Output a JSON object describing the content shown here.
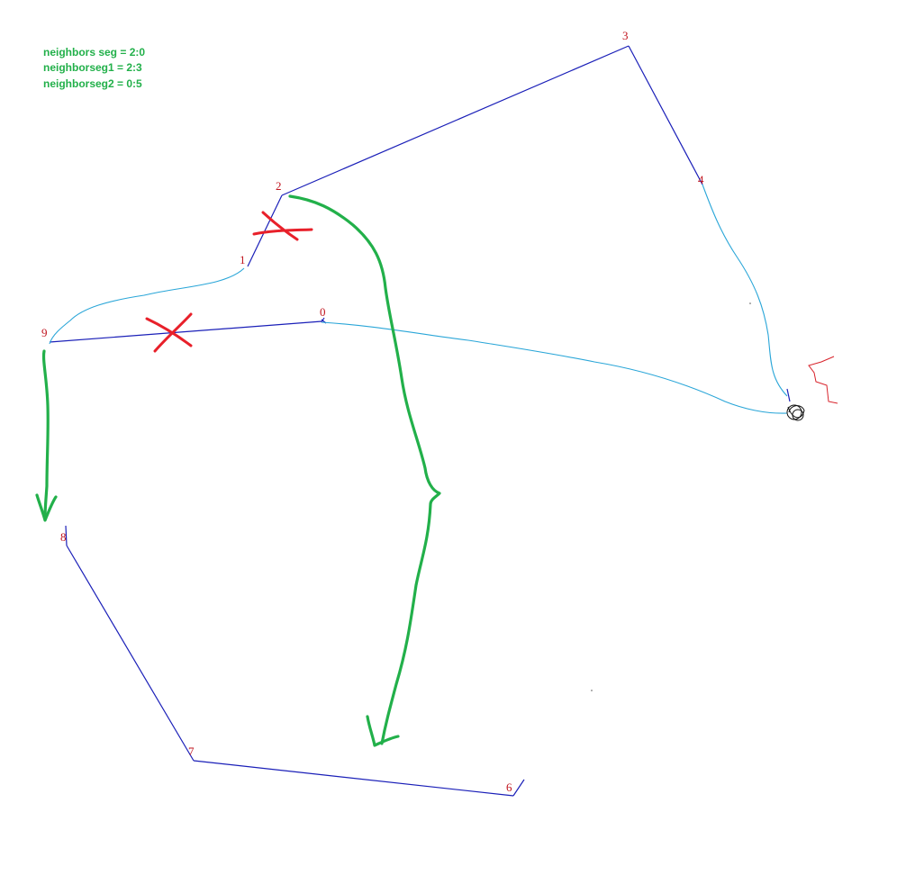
{
  "colors": {
    "background": "#ffffff",
    "segment_dark": "#1a1fb8",
    "segment_light": "#2aa6d8",
    "vertex_label": "#c0141e",
    "annotation_green": "#22b04a",
    "annotation_red": "#e8202a",
    "scribble_black": "#111111"
  },
  "notes": [
    "neighbors seg = 2:0",
    "neighborseg1 = 2:3",
    "neighborseg2 = 0:5"
  ],
  "vertices": [
    "0",
    "1",
    "2",
    "3",
    "4",
    "6",
    "7",
    "8",
    "9"
  ]
}
